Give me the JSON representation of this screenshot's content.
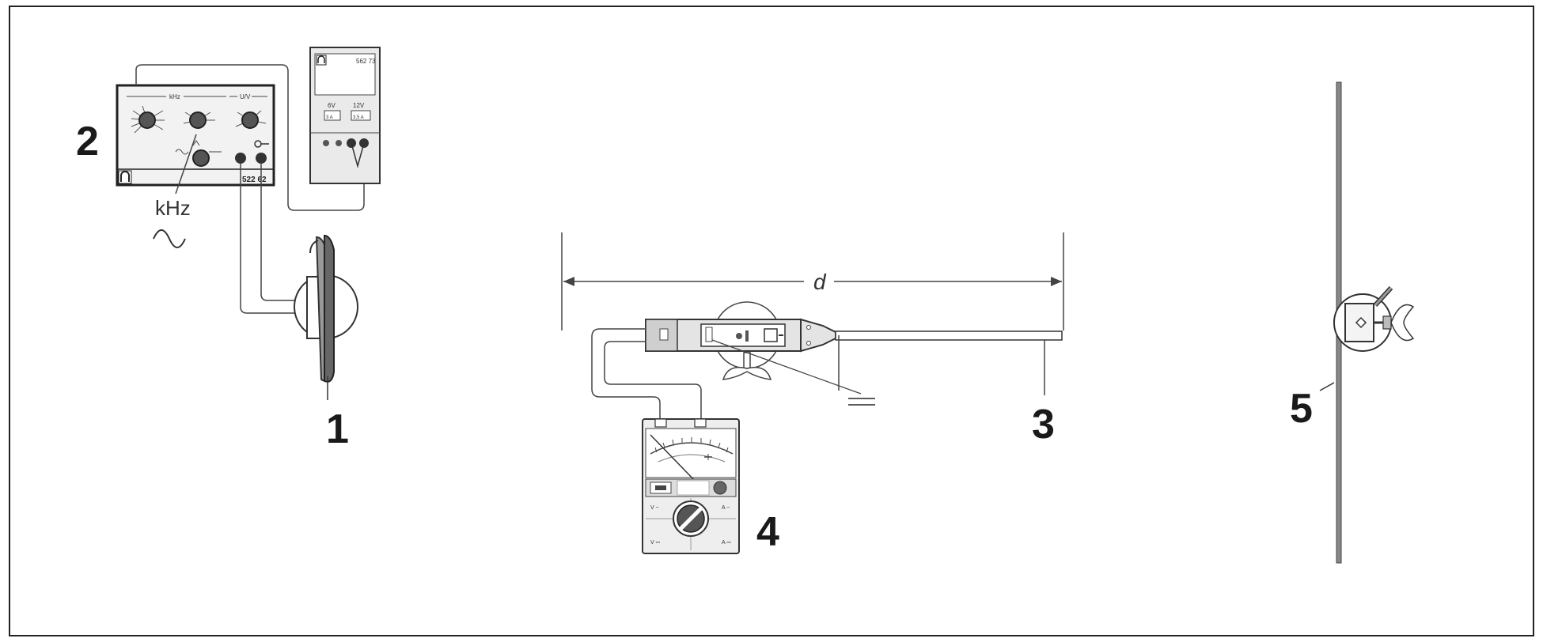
{
  "labels": {
    "coil": "1",
    "generator": "2",
    "probe": "3",
    "meter": "4",
    "rod": "5",
    "distance": "d",
    "frequency_unit": "kHz",
    "ac_symbol": "∿",
    "generator_model": "522 62",
    "supply_model": "562 73",
    "supply_6v": "6V",
    "supply_12v": "12V",
    "supply_6v_current": "3 A",
    "supply_12v_current": "3,5 A",
    "generator_khz_scale": "kHz",
    "generator_uv_scale": "U/V"
  },
  "icons": {
    "generator_logo": "ld-logo-icon",
    "supply_logo": "ld-logo-icon",
    "ground_symbol": "ground-icon",
    "meter_dial": "rotary-selector-icon"
  },
  "colors": {
    "line": "#555555",
    "device_fill": "#eeeeee",
    "dark": "#444444",
    "frame": "#222222"
  }
}
